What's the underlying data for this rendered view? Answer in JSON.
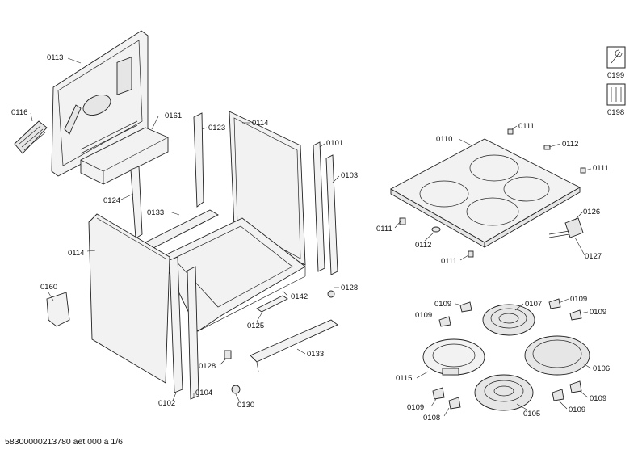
{
  "diagram": {
    "footer_text": "58300000213780 aet 000 a 1/6",
    "labels": {
      "p0113": "0113",
      "p0116": "0116",
      "p0161": "0161",
      "p0123": "0123",
      "p0114_top": "0114",
      "p0101": "0101",
      "p0103": "0103",
      "p0124": "0124",
      "p0133_top": "0133",
      "p0114_left": "0114",
      "p0160": "0160",
      "p0142": "0142",
      "p0125": "0125",
      "p0128_right": "0128",
      "p0133_bottom": "0133",
      "p0128_left": "0128",
      "p0102": "0102",
      "p0104": "0104",
      "p0130": "0130",
      "p0110": "0110",
      "p0111_a": "0111",
      "p0112_a": "0112",
      "p0111_b": "0111",
      "p0111_c": "0111",
      "p0112_b": "0112",
      "p0111_d": "0111",
      "p0126": "0126",
      "p0127": "0127",
      "p0199": "0199",
      "p0198": "0198",
      "p0109_a": "0109",
      "p0107": "0107",
      "p0109_b": "0109",
      "p0109_c": "0109",
      "p0109_d": "0109",
      "p0115": "0115",
      "p0106": "0106",
      "p0109_e": "0109",
      "p0108": "0108",
      "p0105": "0105",
      "p0109_f": "0109",
      "p0109_g": "0109"
    }
  }
}
